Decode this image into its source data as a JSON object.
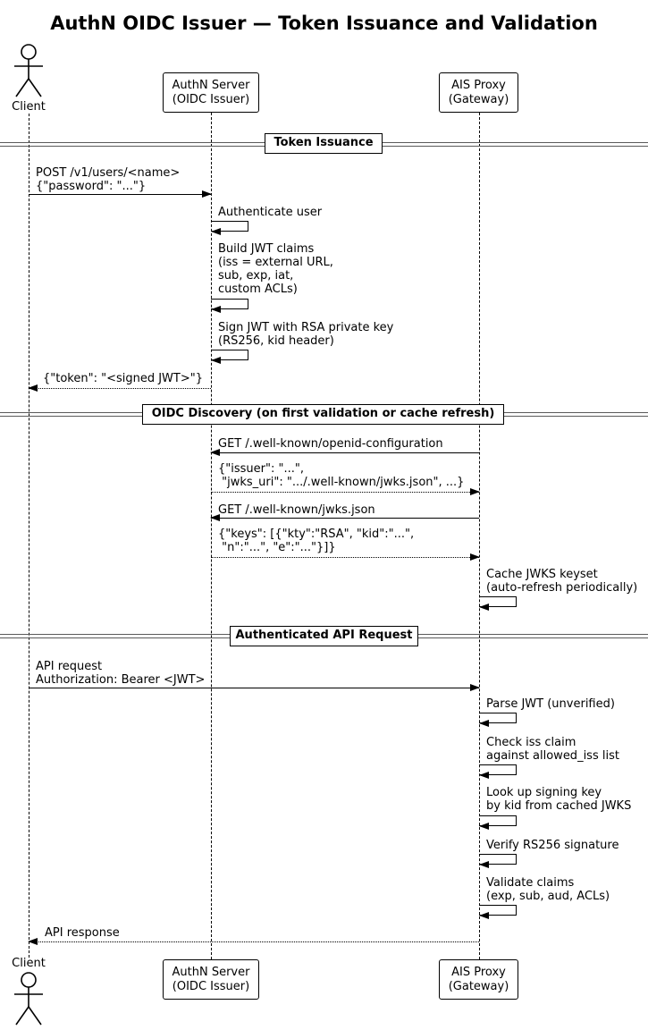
{
  "diagram": {
    "title": "AuthN OIDC Issuer — Token Issuance and Validation",
    "colors": {
      "background": "#ffffff",
      "line": "#000000",
      "divider_line": "#5a5a5a"
    },
    "icons": {
      "client": "stick-figure-actor-icon"
    },
    "participants": {
      "client": {
        "label": "Client"
      },
      "authn": {
        "label": "AuthN Server\n(OIDC Issuer)"
      },
      "proxy": {
        "label": "AIS Proxy\n(Gateway)"
      }
    },
    "sections": [
      {
        "label": "Token Issuance"
      },
      {
        "label": "OIDC Discovery (on first validation or cache refresh)"
      },
      {
        "label": "Authenticated API Request"
      }
    ],
    "messages": [
      {
        "from": "client",
        "to": "authn",
        "kind": "solid",
        "text": "POST /v1/users/<name>\n{\"password\": \"...\"}"
      },
      {
        "from": "authn",
        "to": "authn",
        "kind": "self",
        "text": "Authenticate user"
      },
      {
        "from": "authn",
        "to": "authn",
        "kind": "self",
        "text": "Build JWT claims\n(iss = external URL,\nsub, exp, iat,\ncustom ACLs)"
      },
      {
        "from": "authn",
        "to": "authn",
        "kind": "self",
        "text": "Sign JWT with RSA private key\n(RS256, kid header)"
      },
      {
        "from": "authn",
        "to": "client",
        "kind": "dotted",
        "text": "{\"token\": \"<signed JWT>\"}"
      },
      {
        "from": "proxy",
        "to": "authn",
        "kind": "solid",
        "text": "GET /.well-known/openid-configuration"
      },
      {
        "from": "authn",
        "to": "proxy",
        "kind": "dotted",
        "text": "{\"issuer\": \"...\",\n \"jwks_uri\": \".../.well-known/jwks.json\", ...}"
      },
      {
        "from": "proxy",
        "to": "authn",
        "kind": "solid",
        "text": "GET /.well-known/jwks.json"
      },
      {
        "from": "authn",
        "to": "proxy",
        "kind": "dotted",
        "text": "{\"keys\": [{\"kty\":\"RSA\", \"kid\":\"...\",\n \"n\":\"...\", \"e\":\"...\"}]}"
      },
      {
        "from": "proxy",
        "to": "proxy",
        "kind": "self",
        "text": "Cache JWKS keyset\n(auto-refresh periodically)"
      },
      {
        "from": "client",
        "to": "proxy",
        "kind": "solid",
        "text": "API request\nAuthorization: Bearer <JWT>"
      },
      {
        "from": "proxy",
        "to": "proxy",
        "kind": "self",
        "text": "Parse JWT (unverified)"
      },
      {
        "from": "proxy",
        "to": "proxy",
        "kind": "self",
        "text": "Check iss claim\nagainst allowed_iss list"
      },
      {
        "from": "proxy",
        "to": "proxy",
        "kind": "self",
        "text": "Look up signing key\nby kid from cached JWKS"
      },
      {
        "from": "proxy",
        "to": "proxy",
        "kind": "self",
        "text": "Verify RS256 signature"
      },
      {
        "from": "proxy",
        "to": "proxy",
        "kind": "self",
        "text": "Validate claims\n(exp, sub, aud, ACLs)"
      },
      {
        "from": "proxy",
        "to": "client",
        "kind": "dotted",
        "text": "API response"
      }
    ]
  }
}
